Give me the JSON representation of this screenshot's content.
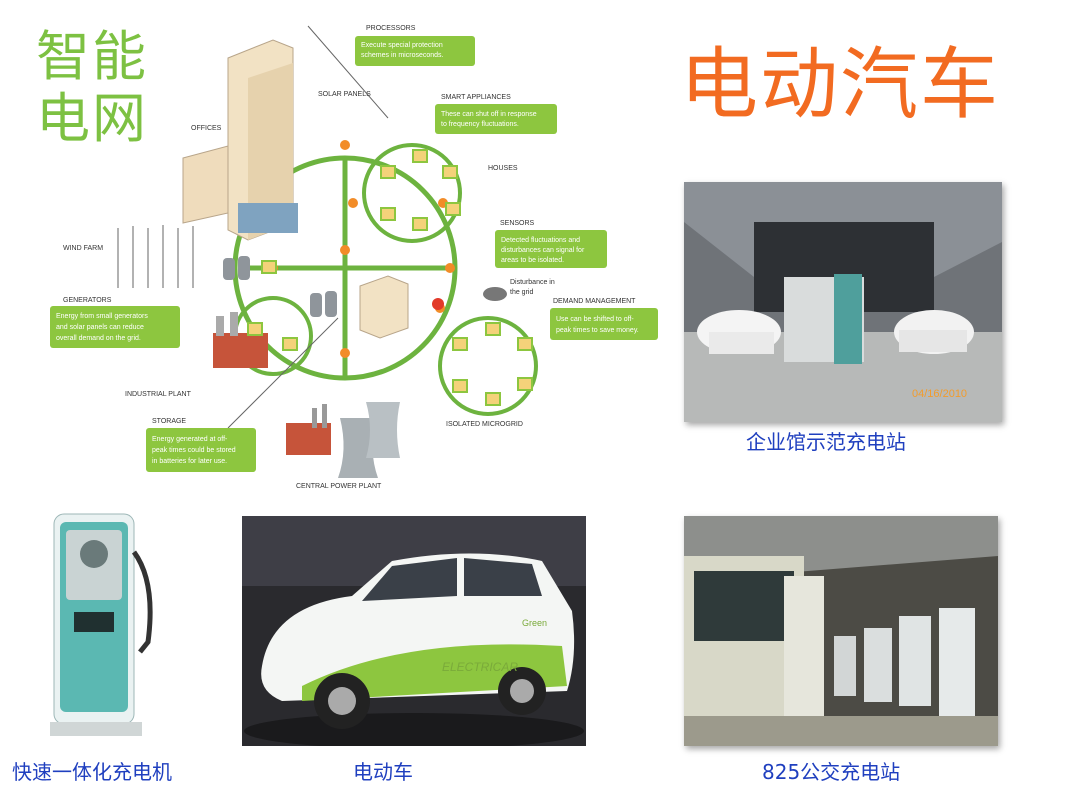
{
  "titles": {
    "smart_grid_line1": "智能",
    "smart_grid_line2": "电网",
    "ev": "电动汽车"
  },
  "diagram": {
    "labels": {
      "processors": "PROCESSORS",
      "solar_panels": "SOLAR PANELS",
      "offices": "OFFICES",
      "smart_appliances": "SMART APPLIANCES",
      "houses": "HOUSES",
      "sensors": "SENSORS",
      "wind_farm": "WIND FARM",
      "generators": "GENERATORS",
      "disturbance": "Disturbance in",
      "disturbance2": "the grid",
      "demand_management": "DEMAND MANAGEMENT",
      "industrial_plant": "INDUSTRIAL PLANT",
      "storage": "STORAGE",
      "isolated_microgrid": "ISOLATED MICROGRID",
      "central_power_plant": "CENTRAL POWER PLANT"
    },
    "callouts": {
      "processors_l1": "Execute special protection",
      "processors_l2": "schemes in microseconds.",
      "appliances_l1": "These can shut off in response",
      "appliances_l2": "to frequency fluctuations.",
      "sensors_l1": "Detected fluctuations and",
      "sensors_l2": "disturbances can signal for",
      "sensors_l3": "areas to be isolated.",
      "generators_l1": "Energy from small generators",
      "generators_l2": "and solar panels can reduce",
      "generators_l3": "overall demand on the grid.",
      "demand_l1": "Use can be shifted to off-",
      "demand_l2": "peak times to save money.",
      "storage_l1": "Energy generated at off-",
      "storage_l2": "peak times could be stored",
      "storage_l3": "in batteries for later use."
    }
  },
  "photos": {
    "station_caption": "企业馆示范充电站",
    "station_date": "04/16/2010",
    "charger_caption": "快速一体化充电机",
    "car_caption": "电动车",
    "car_brand": "ELECTRICAR",
    "car_badge": "Green",
    "bus_caption": "825公交充电站"
  },
  "colors": {
    "green_title": "#7dc142",
    "orange_title": "#f26b21",
    "caption_blue": "#1f3fbf",
    "grid_green": "#6db33f"
  }
}
